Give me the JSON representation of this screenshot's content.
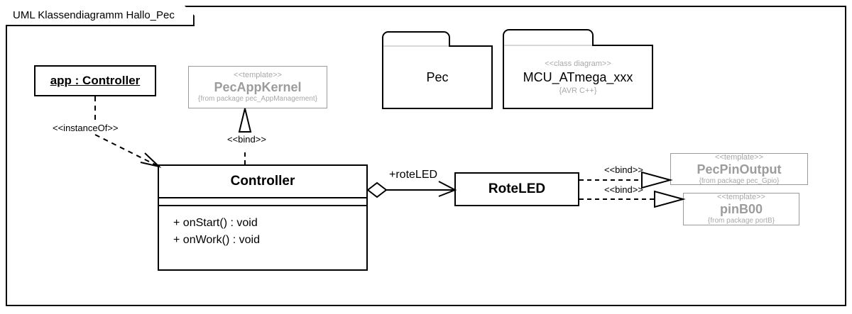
{
  "frame": {
    "title": "UML Klassendiagramm Hallo_Pec"
  },
  "instance": {
    "name": "app : Controller"
  },
  "templates": [
    {
      "id": "PecAppKernel",
      "stereotype": "<<template>>",
      "name": "PecAppKernel",
      "tagged_value": "{from package pec_AppManagement}"
    },
    {
      "id": "PecPinOutput",
      "stereotype": "<<template>>",
      "name": "PecPinOutput",
      "tagged_value": "{from package pec_Gpio}"
    },
    {
      "id": "pinB00",
      "stereotype": "<<template>>",
      "name": "pinB00",
      "tagged_value": "{from package portB}"
    }
  ],
  "packages": [
    {
      "id": "Pec",
      "stereotype": "",
      "name": "Pec",
      "tagged_value": ""
    },
    {
      "id": "MCU_ATmega_xxx",
      "stereotype": "<<class diagram>>",
      "name": "MCU_ATmega_xxx",
      "tagged_value": "{AVR C++}"
    }
  ],
  "classes": [
    {
      "id": "Controller",
      "name": "Controller",
      "attributes": [],
      "operations": [
        "+ onStart() : void",
        "+ onWork() : void"
      ]
    },
    {
      "id": "RoteLED",
      "name": "RoteLED",
      "attributes": [],
      "operations": []
    }
  ],
  "relationships": [
    {
      "id": "instanceOf",
      "label": "<<instanceOf>>",
      "kind": "dependency",
      "from": "app : Controller",
      "to": "Controller"
    },
    {
      "id": "bind-kernel",
      "label": "<<bind>>",
      "kind": "realization",
      "from": "Controller",
      "to": "PecAppKernel"
    },
    {
      "id": "assoc-roteled",
      "label": "+roteLED",
      "kind": "aggregation",
      "from": "Controller",
      "to": "RoteLED"
    },
    {
      "id": "bind-pinoutput",
      "label": "<<bind>>",
      "kind": "realization",
      "from": "RoteLED",
      "to": "PecPinOutput"
    },
    {
      "id": "bind-pinb00",
      "label": "<<bind>>",
      "kind": "realization",
      "from": "RoteLED",
      "to": "pinB00"
    }
  ],
  "colors": {
    "line": "#000000",
    "template_gray": "#9c9c9c",
    "tag_gray": "#a8a8a8",
    "background": "#ffffff"
  }
}
